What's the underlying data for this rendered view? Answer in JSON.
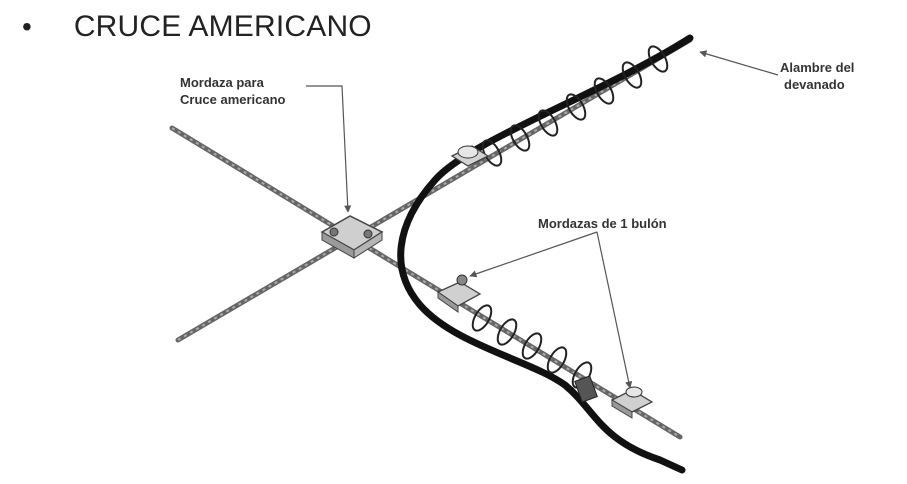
{
  "slide": {
    "bullet": "•",
    "title": "CRUCE AMERICANO"
  },
  "labels": {
    "clamp_label_line1": "Mordaza para",
    "clamp_label_line2": "Cruce americano",
    "winding_label_line1": "Alambre del",
    "winding_label_line2": "devanado",
    "single_bolt_label": "Mordazas de 1 bulón"
  }
}
